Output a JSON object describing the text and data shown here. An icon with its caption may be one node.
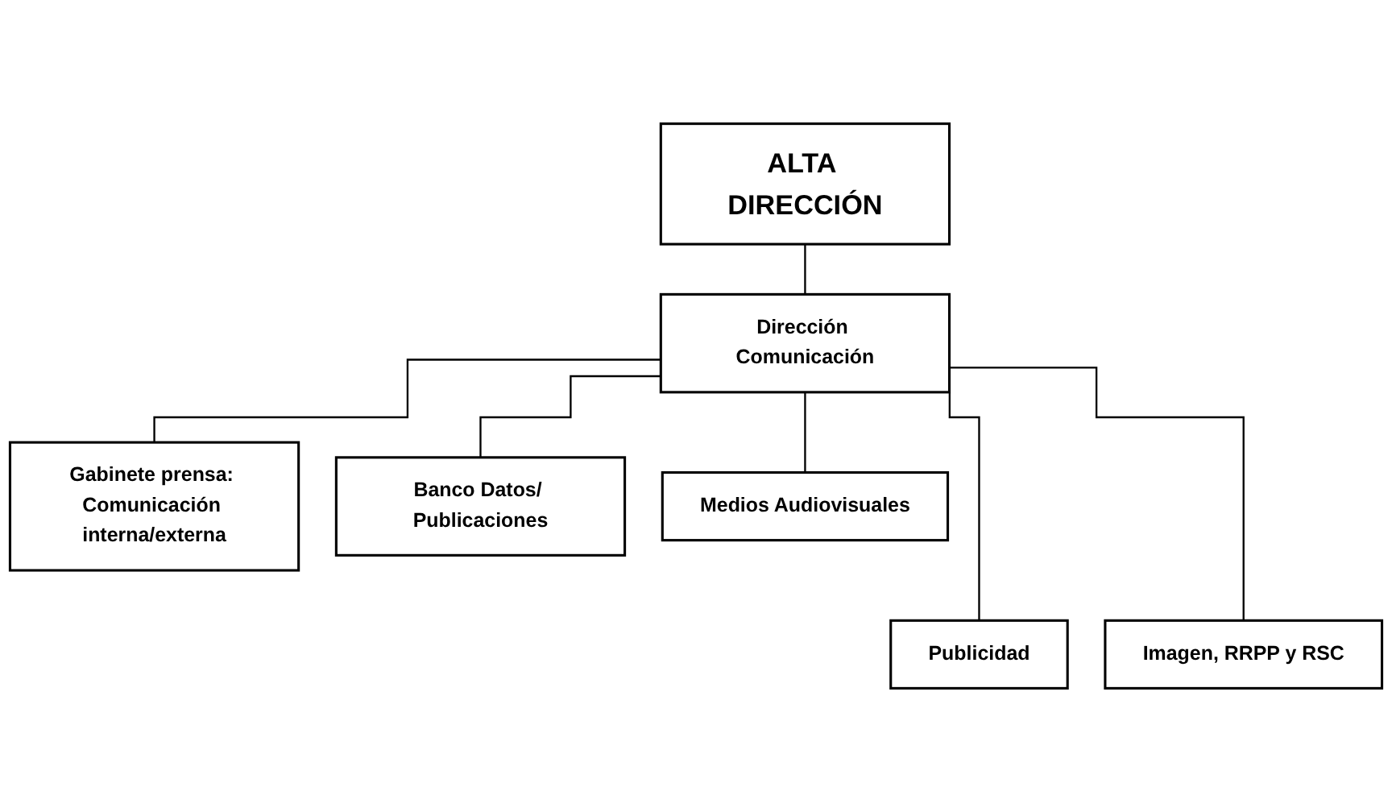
{
  "diagram": {
    "nodes": [
      {
        "text": [
          "ALTA DIRECCIÓN"
        ]
      },
      {
        "text": [
          "Dirección Comunicación"
        ]
      },
      {
        "text": [
          "Gabinete prensa: Comunicación interna/externa"
        ]
      },
      {
        "text": [
          "Banco Datos/ Publicaciones"
        ]
      },
      {
        "text": [
          "Medios Audiovisuales"
        ]
      },
      {
        "text": [
          "Publicidad"
        ]
      },
      {
        "text": [
          "Imagen, RRPP y RSC"
        ]
      }
    ],
    "edges": [
      {
        "from": 0,
        "to": 1,
        "arrow": "none"
      },
      {
        "from": 1,
        "to": 2,
        "arrow": "none"
      },
      {
        "from": 1,
        "to": 3,
        "arrow": "none"
      },
      {
        "from": 1,
        "to": 4,
        "arrow": "none"
      },
      {
        "from": 1,
        "to": 5,
        "arrow": "none"
      },
      {
        "from": 1,
        "to": 6,
        "arrow": "none"
      }
    ]
  }
}
